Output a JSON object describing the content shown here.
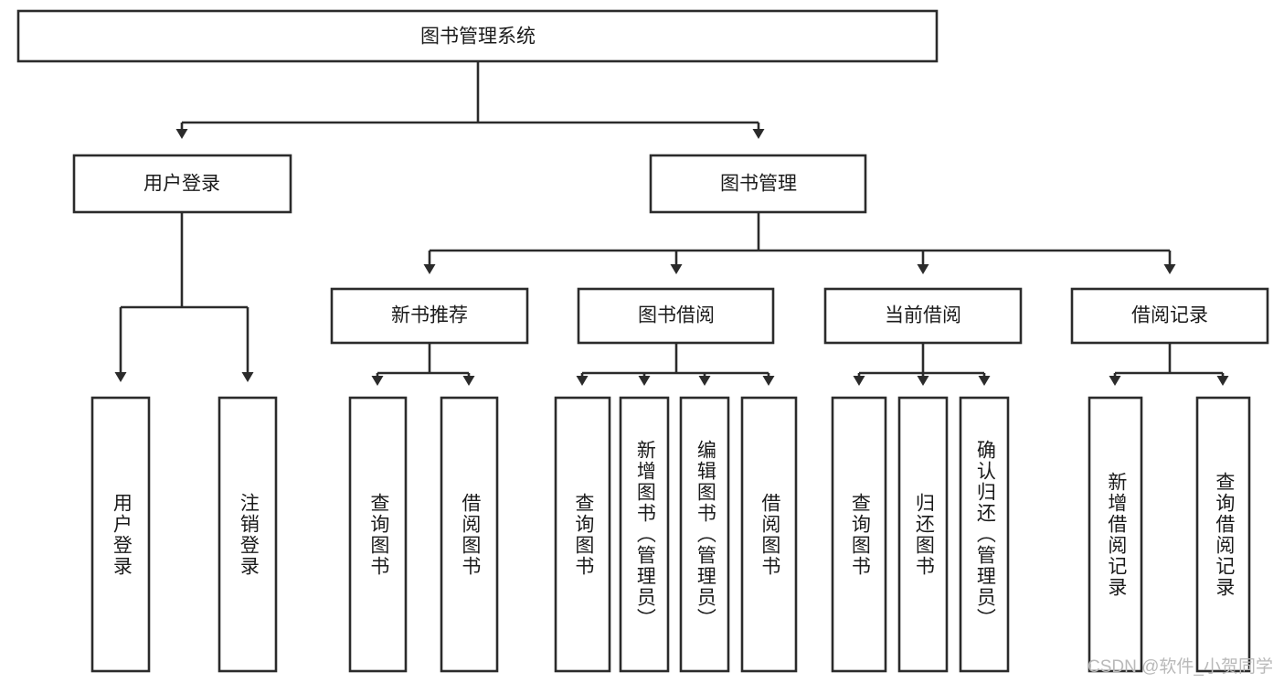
{
  "diagram": {
    "title_text": "图书管理系统",
    "type": "tree-hierarchy",
    "colors": {
      "stroke": "#2b2b2b",
      "fill": "#ffffff",
      "text": "#1b1b1b",
      "watermark": "#b9b9b9",
      "background": "#ffffff"
    },
    "root": {
      "label": "图书管理系统"
    },
    "level1": [
      {
        "label": "用户登录"
      },
      {
        "label": "图书管理"
      }
    ],
    "level2": [
      {
        "label": "新书推荐"
      },
      {
        "label": "图书借阅"
      },
      {
        "label": "当前借阅"
      },
      {
        "label": "借阅记录"
      }
    ],
    "leaves": {
      "user_login": [
        {
          "label": "用户登录"
        },
        {
          "label": "注销登录"
        }
      ],
      "new_book_recommend": [
        {
          "label": "查询图书"
        },
        {
          "label": "借阅图书"
        }
      ],
      "book_borrow": [
        {
          "label": "查询图书"
        },
        {
          "label": "新增图书（管理员）"
        },
        {
          "label": "编辑图书（管理员）"
        },
        {
          "label": "借阅图书"
        }
      ],
      "current_borrow": [
        {
          "label": "查询图书"
        },
        {
          "label": "归还图书"
        },
        {
          "label": "确认归还（管理员）"
        }
      ],
      "borrow_record": [
        {
          "label": "新增借阅记录"
        },
        {
          "label": "查询借阅记录"
        }
      ]
    }
  },
  "watermark": {
    "text": "CSDN @软件_小贺同学"
  }
}
